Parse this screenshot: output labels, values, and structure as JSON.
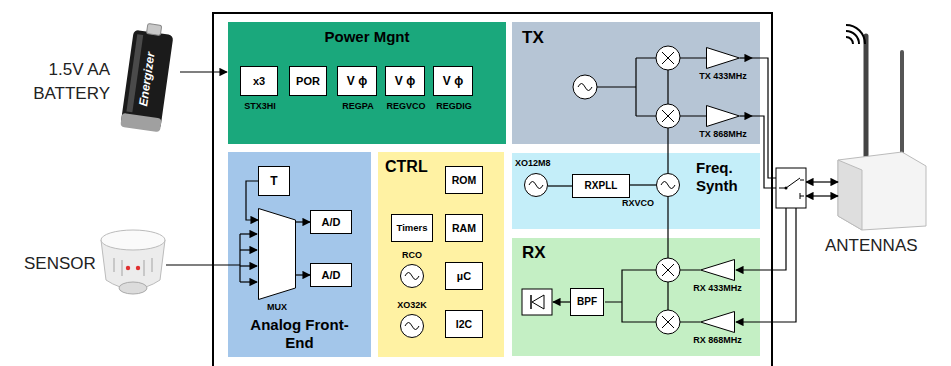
{
  "diagram": {
    "nodes": [
      {
        "text": [
          "Power Mgnt"
        ]
      },
      {
        "text": [
          "x3",
          "STX3HI"
        ],
        "in": 0
      },
      {
        "text": [
          "POR"
        ],
        "in": 0
      },
      {
        "text": [
          "V ϕ",
          "REGPA"
        ],
        "in": 0
      },
      {
        "text": [
          "V ϕ",
          "REGVCO"
        ],
        "in": 0
      },
      {
        "text": [
          "V ϕ",
          "REGDIG"
        ],
        "in": 0
      },
      {
        "text": [
          "TX"
        ]
      },
      {
        "text": [
          "TX 433MHz"
        ],
        "in": 6
      },
      {
        "text": [
          "TX 868MHz"
        ],
        "in": 6
      },
      {
        "text": [
          "Analog Front-End"
        ]
      },
      {
        "text": [
          "T"
        ],
        "in": 9
      },
      {
        "text": [
          "MUX"
        ],
        "in": 9
      },
      {
        "text": [
          "A/D"
        ],
        "in": 9
      },
      {
        "text": [
          "A/D"
        ],
        "in": 9
      },
      {
        "text": [
          "CTRL"
        ]
      },
      {
        "text": [
          "ROM"
        ],
        "in": 14
      },
      {
        "text": [
          "Timers"
        ],
        "in": 14
      },
      {
        "text": [
          "RAM"
        ],
        "in": 14
      },
      {
        "text": [
          "RCO"
        ],
        "in": 14
      },
      {
        "text": [
          "µC"
        ],
        "in": 14
      },
      {
        "text": [
          "XO32K"
        ],
        "in": 14
      },
      {
        "text": [
          "I2C"
        ],
        "in": 14
      },
      {
        "text": [
          "Freq. Synth"
        ]
      },
      {
        "text": [
          "XO12M8"
        ],
        "in": 22
      },
      {
        "text": [
          "RXPLL"
        ],
        "in": 22
      },
      {
        "text": [
          "RXVCO"
        ],
        "in": 22
      },
      {
        "text": [
          "RX"
        ]
      },
      {
        "text": [
          "BPF"
        ],
        "in": 26
      },
      {
        "text": [
          "RX 433MHz"
        ],
        "in": 26
      },
      {
        "text": [
          "RX 868MHz"
        ],
        "in": 26
      }
    ],
    "edges": [
      {
        "from": 10,
        "to": 11,
        "arrow": "to"
      },
      {
        "from": 11,
        "to": 12,
        "arrow": "to"
      },
      {
        "from": 11,
        "to": 13,
        "arrow": "to"
      },
      {
        "from": 23,
        "to": 24,
        "arrow": "none"
      },
      {
        "from": 24,
        "to": 25,
        "arrow": "none"
      }
    ],
    "labels": [
      "1.5V AA BATTERY",
      "Energizer",
      "SENSOR",
      "ANTENNAS"
    ]
  }
}
